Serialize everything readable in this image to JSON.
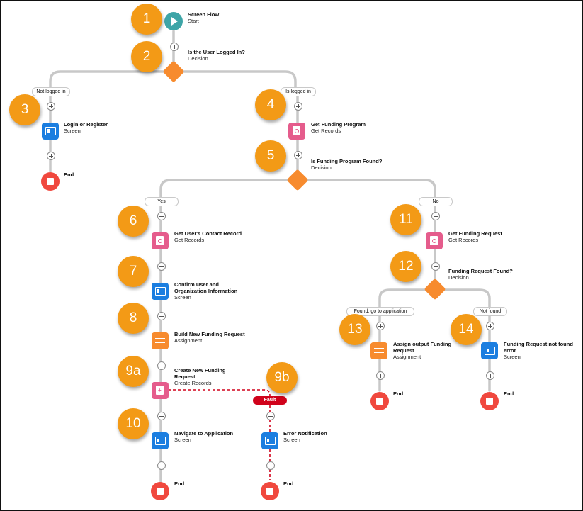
{
  "nodes": {
    "start": {
      "title": "Screen Flow",
      "subtitle": "Start"
    },
    "d_logged": {
      "title": "Is the User Logged In?",
      "subtitle": "Decision"
    },
    "login": {
      "title": "Login or Register",
      "subtitle": "Screen"
    },
    "get_program": {
      "title": "Get Funding Program",
      "subtitle": "Get Records"
    },
    "d_program": {
      "title": "Is Funding Program Found?",
      "subtitle": "Decision"
    },
    "get_contact": {
      "title": "Get User's Contact Record",
      "subtitle": "Get Records"
    },
    "confirm": {
      "title": "Confirm User and Organization Information",
      "subtitle": "Screen"
    },
    "build": {
      "title": "Build New Funding Request",
      "subtitle": "Assignment"
    },
    "create": {
      "title": "Create New Funding Request",
      "subtitle": "Create Records"
    },
    "navigate": {
      "title": "Navigate to Application",
      "subtitle": "Screen"
    },
    "error_notif": {
      "title": "Error Notification",
      "subtitle": "Screen"
    },
    "get_request": {
      "title": "Get Funding Request",
      "subtitle": "Get Records"
    },
    "d_request": {
      "title": "Funding Request Found?",
      "subtitle": "Decision"
    },
    "assign_output": {
      "title": "Assign output Funding Request",
      "subtitle": "Assignment"
    },
    "not_found_err": {
      "title": "Funding Request not found error",
      "subtitle": "Screen"
    }
  },
  "ends": {
    "label": "End"
  },
  "branches": {
    "not_logged_in": "Not logged in",
    "is_logged_in": "Is logged in",
    "yes": "Yes",
    "no": "No",
    "found": "Found; go to application",
    "not_found": "Not found",
    "fault": "Fault"
  },
  "badges": [
    "1",
    "2",
    "3",
    "4",
    "5",
    "6",
    "7",
    "8",
    "9a",
    "9b",
    "10",
    "11",
    "12",
    "13",
    "14"
  ],
  "colors": {
    "connector": "#c8c8c8",
    "fault_line": "#d0021b",
    "badge": "#f39a16",
    "screen": "#1b7ee0",
    "records": "#e55c8c",
    "assignment": "#f78b2e",
    "decision": "#f78b2e",
    "end": "#f0483e",
    "start": "#3ea5a7"
  }
}
